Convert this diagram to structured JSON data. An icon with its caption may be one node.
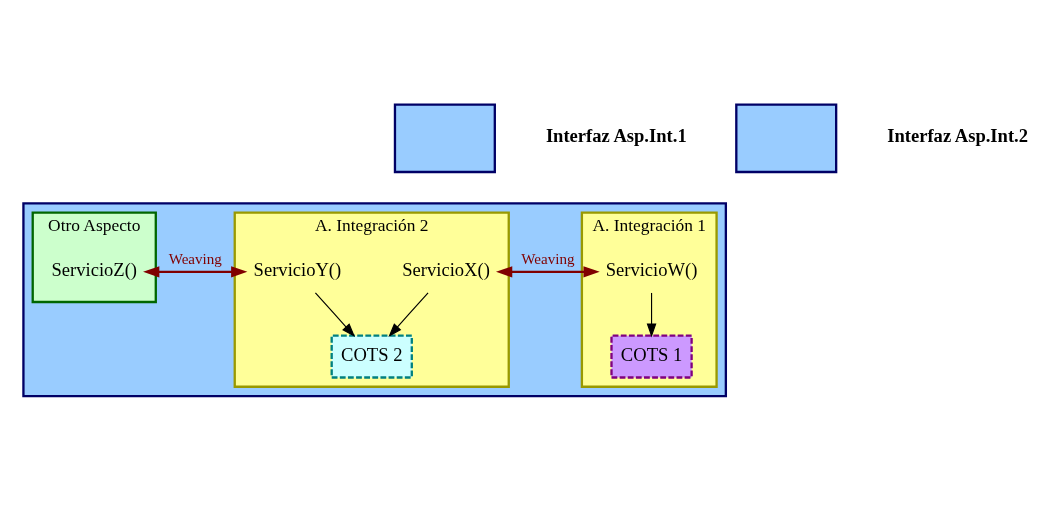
{
  "diagram": {
    "nodes": [
      {
        "text": [],
        "shape": "box"
      },
      {
        "text": [],
        "shape": "box",
        "beside": [
          "Interfaz Asp.Int.1"
        ]
      },
      {
        "text": [],
        "shape": "box",
        "beside": [
          "Interfaz Asp.Int.2"
        ]
      },
      {
        "text": [
          "A. Integración 1"
        ],
        "in": 0
      },
      {
        "text": [
          "ServicioW()"
        ],
        "in": 3
      },
      {
        "text": [
          "COTS 1"
        ],
        "in": 3
      },
      {
        "text": [
          "A. Integración 2"
        ],
        "in": 0
      },
      {
        "text": [
          "ServicioX()"
        ],
        "in": 6
      },
      {
        "text": [
          "ServicioY()"
        ],
        "in": 6
      },
      {
        "text": [
          "COTS 2"
        ],
        "in": 6
      },
      {
        "text": [
          "Otro Aspecto"
        ],
        "in": 0
      },
      {
        "text": [
          "ServicioZ()"
        ],
        "in": 10
      }
    ],
    "edges": [
      {
        "from": 4,
        "to": 5,
        "arrow": "to"
      },
      {
        "from": 4,
        "to": 7,
        "arrow": "both",
        "label": "Weaving",
        "color": "#800000"
      },
      {
        "from": 7,
        "to": 9,
        "arrow": "to"
      },
      {
        "from": 8,
        "to": 9,
        "arrow": "to"
      },
      {
        "from": 8,
        "to": 11,
        "arrow": "both",
        "label": "Weaving",
        "color": "#800000"
      }
    ]
  }
}
